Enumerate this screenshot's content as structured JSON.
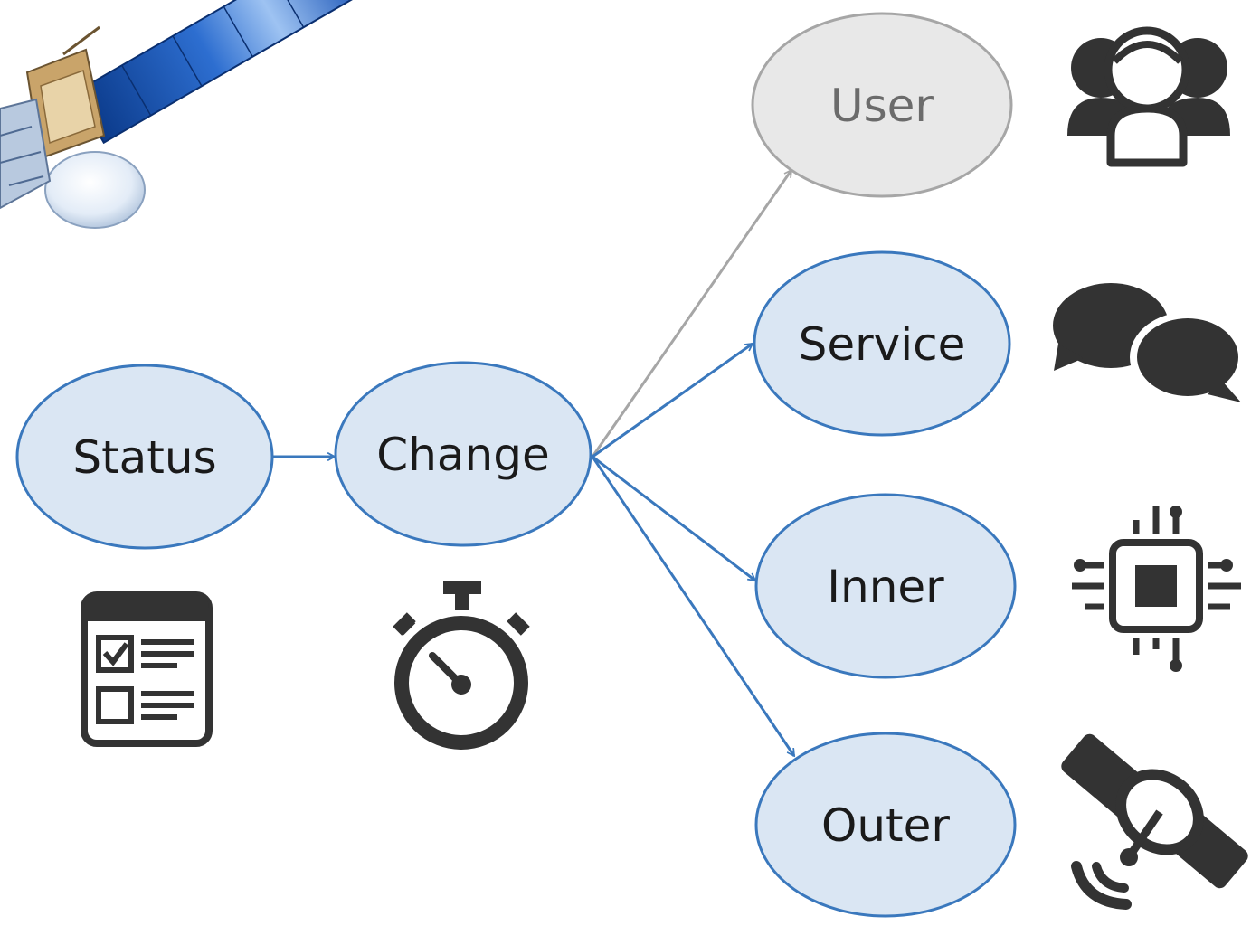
{
  "diagram": {
    "colors": {
      "node_fill": "#dae6f3",
      "node_stroke": "#3a78bd",
      "muted_fill": "#e8e8e8",
      "muted_stroke": "#a6a6a6",
      "icon": "#333333"
    },
    "nodes": {
      "status": {
        "label": "Status"
      },
      "change": {
        "label": "Change"
      },
      "user": {
        "label": "User"
      },
      "service": {
        "label": "Service"
      },
      "inner": {
        "label": "Inner"
      },
      "outer": {
        "label": "Outer"
      }
    },
    "icons": {
      "status": "checklist-icon",
      "change": "stopwatch-icon",
      "user": "user-group-icon",
      "service": "chat-bubbles-icon",
      "inner": "chip-icon",
      "outer": "satellite-icon",
      "decoration": "satellite-picture"
    }
  }
}
